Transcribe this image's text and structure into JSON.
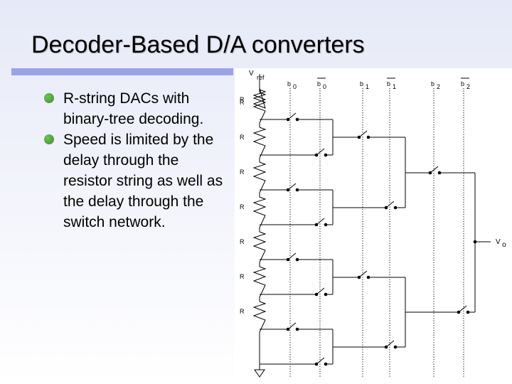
{
  "slide": {
    "title": "Decoder-Based D/A converters",
    "accent_color": "#9aa3e6",
    "bullet_color": "#4ca33a",
    "bullets": [
      "R-string DACs with binary-tree decoding.",
      "Speed is limited by the delay through the resistor string as well as the delay through the switch network."
    ]
  },
  "circuit": {
    "vref_label": "V",
    "vref_sub": "ref",
    "vo_label": "V",
    "vo_sub": "o",
    "resistor_label": "R",
    "bit_labels": [
      {
        "name": "b",
        "sub": "0",
        "bar": false
      },
      {
        "name": "b",
        "sub": "0",
        "bar": true
      },
      {
        "name": "b",
        "sub": "1",
        "bar": false
      },
      {
        "name": "b",
        "sub": "1",
        "bar": true
      },
      {
        "name": "b",
        "sub": "2",
        "bar": false
      },
      {
        "name": "b",
        "sub": "2",
        "bar": true
      }
    ]
  }
}
